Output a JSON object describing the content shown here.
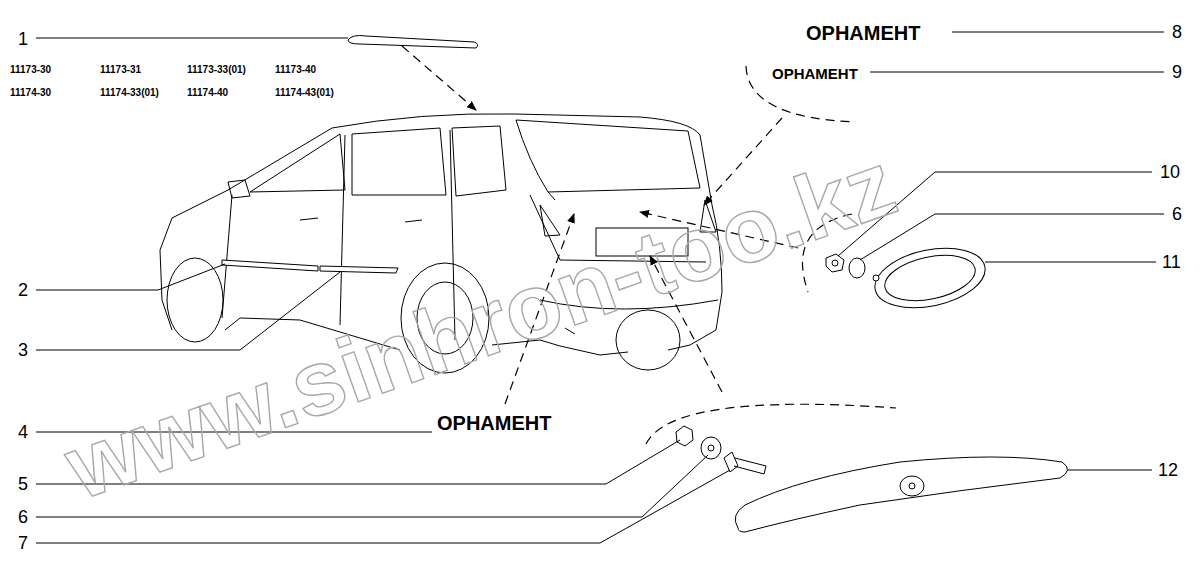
{
  "diagram": {
    "labels": [
      "1",
      "11173-30",
      "11173-31",
      "11173-33(01)",
      "11173-40",
      "11174-30",
      "11174-33(01)",
      "11174-40",
      "11174-43(01)",
      "ОРНАМЕНТ",
      "8",
      "ОРНАМЕНТ",
      "9",
      "10",
      "6",
      "11",
      "2",
      "3",
      "ОРНАМЕНТ",
      "4",
      "5",
      "6",
      "7",
      "12",
      "www.sinhron-too.kz"
    ]
  }
}
